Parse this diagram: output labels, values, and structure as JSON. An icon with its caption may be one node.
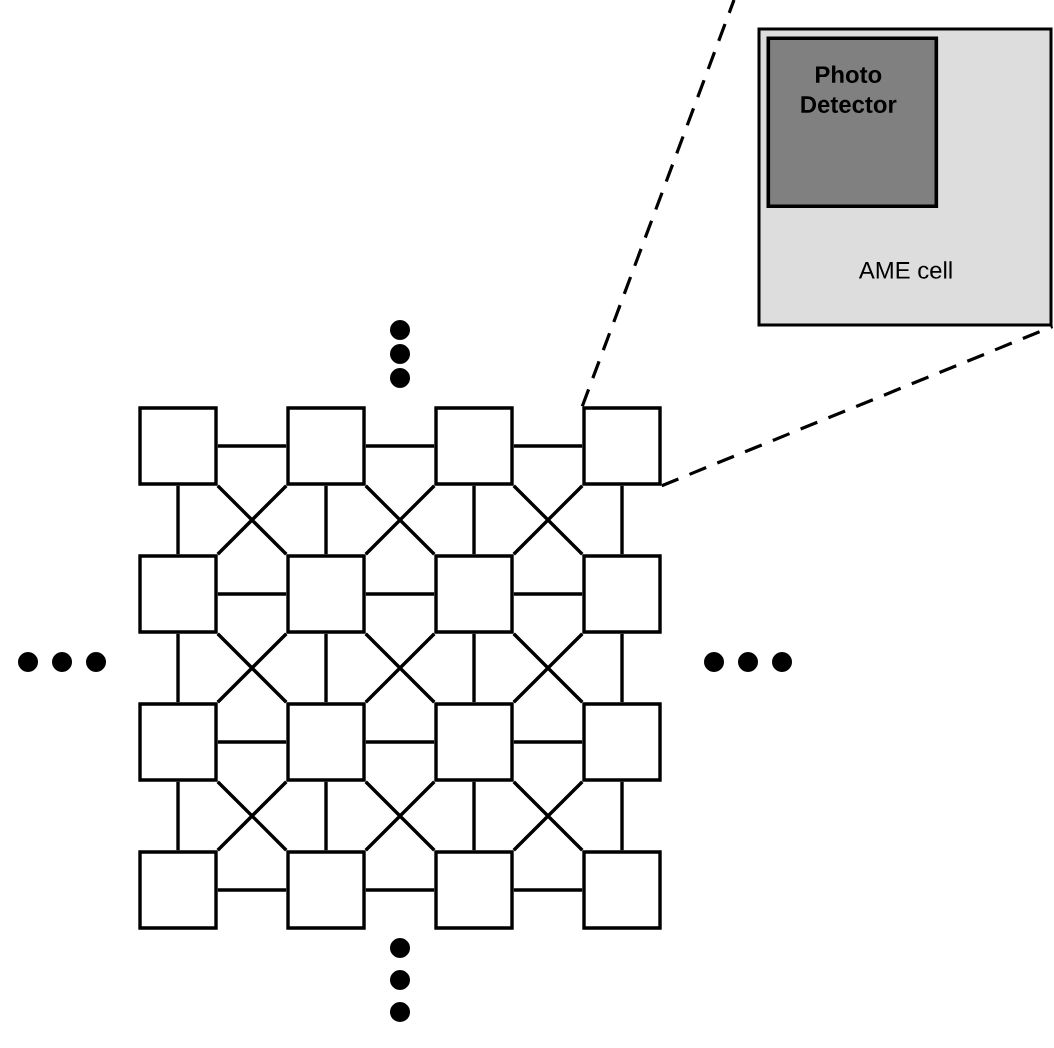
{
  "diagram": {
    "nodes": [
      {
        "text": [
          "AME cell"
        ]
      },
      {
        "text": [
          "Photo Detector"
        ],
        "in": 0
      },
      {
        "text": [],
        "shape": "box"
      },
      {
        "text": [],
        "shape": "box"
      },
      {
        "text": [],
        "shape": "box"
      },
      {
        "text": [],
        "shape": "box"
      },
      {
        "text": [],
        "shape": "box"
      },
      {
        "text": [],
        "shape": "box"
      },
      {
        "text": [],
        "shape": "box"
      },
      {
        "text": [],
        "shape": "box"
      },
      {
        "text": [],
        "shape": "box"
      },
      {
        "text": [],
        "shape": "box"
      },
      {
        "text": [],
        "shape": "box"
      },
      {
        "text": [],
        "shape": "box"
      },
      {
        "text": [],
        "shape": "box"
      },
      {
        "text": [],
        "shape": "box"
      },
      {
        "text": [],
        "shape": "box"
      },
      {
        "text": [],
        "shape": "box"
      }
    ],
    "edges": [
      {
        "from": 5,
        "to": null,
        "arrow": "none",
        "style": "dashed"
      },
      {
        "from": 5,
        "to": 0,
        "arrow": "none",
        "style": "dashed"
      },
      {
        "from": 2,
        "to": 3,
        "arrow": "none"
      },
      {
        "from": 3,
        "to": 4,
        "arrow": "none"
      },
      {
        "from": 4,
        "to": 5,
        "arrow": "none"
      },
      {
        "from": 6,
        "to": 7,
        "arrow": "none"
      },
      {
        "from": 7,
        "to": 8,
        "arrow": "none"
      },
      {
        "from": 8,
        "to": 9,
        "arrow": "none"
      },
      {
        "from": 10,
        "to": 11,
        "arrow": "none"
      },
      {
        "from": 11,
        "to": 12,
        "arrow": "none"
      },
      {
        "from": 12,
        "to": 13,
        "arrow": "none"
      },
      {
        "from": 14,
        "to": 15,
        "arrow": "none"
      },
      {
        "from": 15,
        "to": 16,
        "arrow": "none"
      },
      {
        "from": 16,
        "to": 17,
        "arrow": "none"
      },
      {
        "from": 2,
        "to": 6,
        "arrow": "none"
      },
      {
        "from": 3,
        "to": 7,
        "arrow": "none"
      },
      {
        "from": 4,
        "to": 8,
        "arrow": "none"
      },
      {
        "from": 5,
        "to": 9,
        "arrow": "none"
      },
      {
        "from": 6,
        "to": 10,
        "arrow": "none"
      },
      {
        "from": 7,
        "to": 11,
        "arrow": "none"
      },
      {
        "from": 8,
        "to": 12,
        "arrow": "none"
      },
      {
        "from": 9,
        "to": 13,
        "arrow": "none"
      },
      {
        "from": 10,
        "to": 14,
        "arrow": "none"
      },
      {
        "from": 11,
        "to": 15,
        "arrow": "none"
      },
      {
        "from": 12,
        "to": 16,
        "arrow": "none"
      },
      {
        "from": 13,
        "to": 17,
        "arrow": "none"
      },
      {
        "from": 2,
        "to": 7,
        "arrow": "none"
      },
      {
        "from": 3,
        "to": 6,
        "arrow": "none"
      },
      {
        "from": 3,
        "to": 8,
        "arrow": "none"
      },
      {
        "from": 4,
        "to": 7,
        "arrow": "none"
      },
      {
        "from": 4,
        "to": 9,
        "arrow": "none"
      },
      {
        "from": 5,
        "to": 8,
        "arrow": "none"
      },
      {
        "from": 6,
        "to": 11,
        "arrow": "none"
      },
      {
        "from": 7,
        "to": 10,
        "arrow": "none"
      },
      {
        "from": 7,
        "to": 12,
        "arrow": "none"
      },
      {
        "from": 8,
        "to": 11,
        "arrow": "none"
      },
      {
        "from": 8,
        "to": 13,
        "arrow": "none"
      },
      {
        "from": 9,
        "to": 12,
        "arrow": "none"
      },
      {
        "from": 10,
        "to": 15,
        "arrow": "none"
      },
      {
        "from": 11,
        "to": 14,
        "arrow": "none"
      },
      {
        "from": 11,
        "to": 16,
        "arrow": "none"
      },
      {
        "from": 12,
        "to": 15,
        "arrow": "none"
      },
      {
        "from": 12,
        "to": 17,
        "arrow": "none"
      },
      {
        "from": 13,
        "to": 16,
        "arrow": "none"
      }
    ]
  }
}
